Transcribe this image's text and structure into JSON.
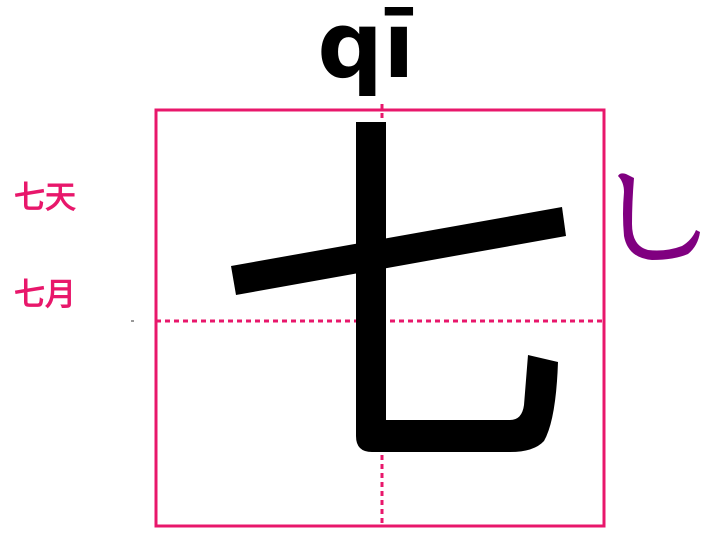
{
  "pinyin": "qī",
  "words": [
    "七天",
    "七月"
  ],
  "stroke_glyph": "㇄",
  "colors": {
    "grid": "#e8176b",
    "words": "#e8176b",
    "character": "#000000",
    "stroke_hint": "#800080"
  },
  "icons": {
    "character": "qi-character-glyph",
    "stroke_hint": "vertical-hook-stroke-icon"
  }
}
